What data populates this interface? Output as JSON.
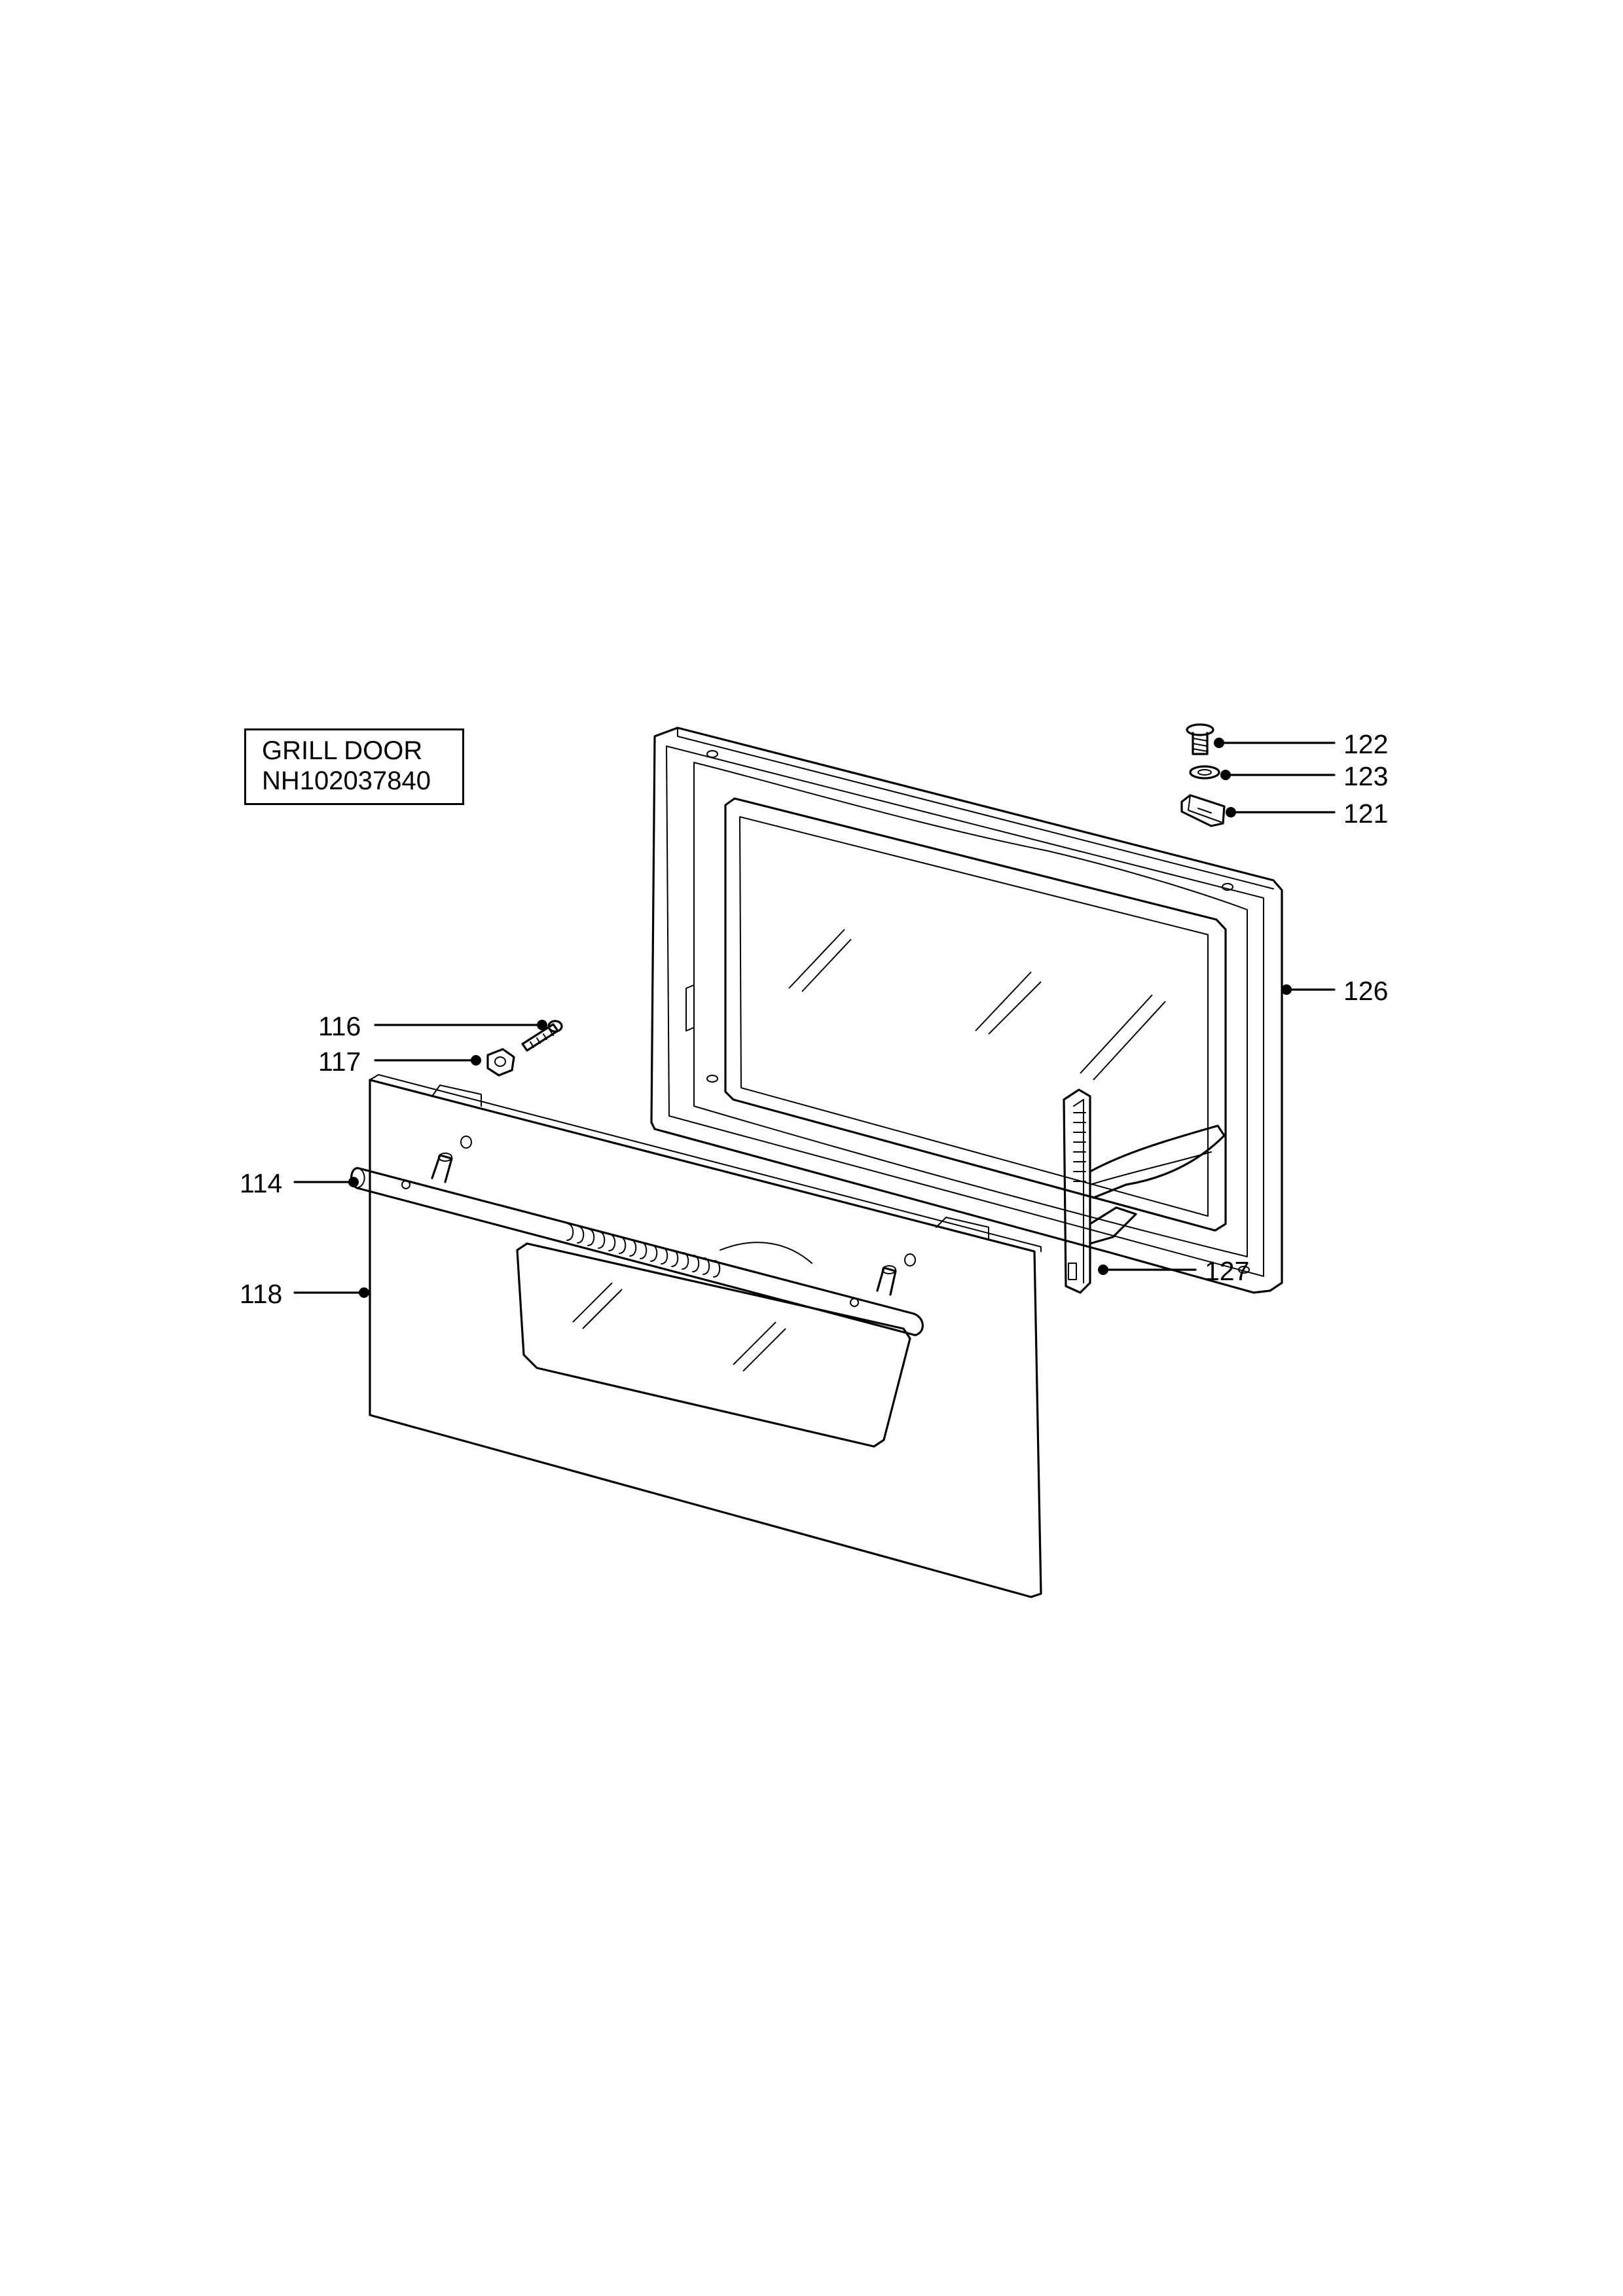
{
  "title": {
    "line1": "GRILL DOOR",
    "line2": "NH102037840"
  },
  "callouts": {
    "c114": "114",
    "c116": "116",
    "c117": "117",
    "c118": "118",
    "c121": "121",
    "c122": "122",
    "c123": "123",
    "c126": "126",
    "c127": "127"
  },
  "colors": {
    "ink": "#000000",
    "paper": "#ffffff"
  }
}
